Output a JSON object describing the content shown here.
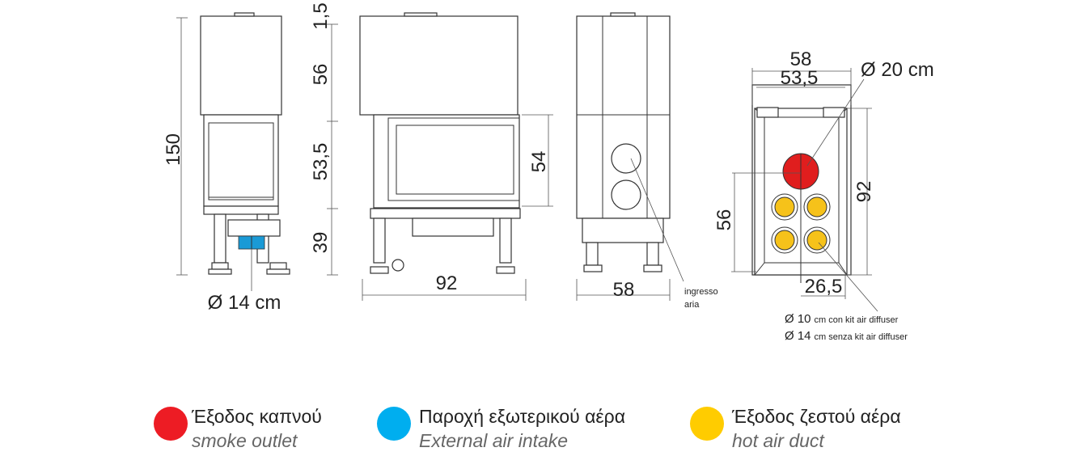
{
  "colors": {
    "smoke": "#ed1c24",
    "air_intake": "#00aeef",
    "hot_air": "#ffcc00"
  },
  "front_view": {
    "total_height": "150",
    "dims": [
      "1,5",
      "56",
      "53,5",
      "39"
    ],
    "intake_diameter": "Ø 14 cm"
  },
  "side_view": {
    "glass_height": "54",
    "width": "92"
  },
  "back_view": {
    "width": "58",
    "intake_label_1": "ingresso",
    "intake_label_2": "aria"
  },
  "top_view": {
    "outer_width": "58",
    "inner_width": "53,5",
    "depth": "92",
    "flue_offset": "56",
    "flue_center": "26,5",
    "flue_diameter": "Ø 20 cm",
    "duct_note_1_dia": "Ø 10",
    "duct_note_1_text": "cm con kit air diffuser",
    "duct_note_2_dia": "Ø 14",
    "duct_note_2_text": "cm senza kit air diffuser"
  },
  "legend": [
    {
      "greek": "Έξοδος καπνού",
      "english": "smoke outlet"
    },
    {
      "greek": "Παροχή εξωτερικού αέρα",
      "english": "External air intake"
    },
    {
      "greek": "Έξοδος ζεστού αέρα",
      "english": "hot air duct"
    }
  ]
}
